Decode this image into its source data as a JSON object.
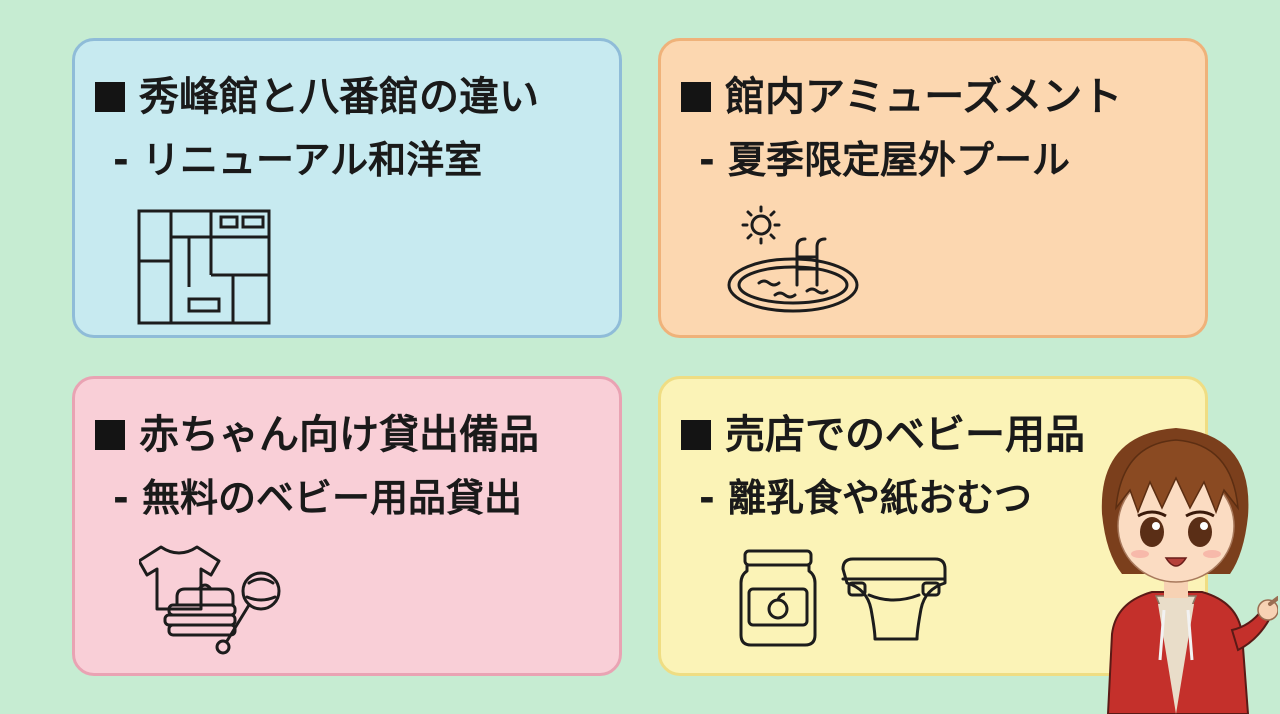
{
  "cards": [
    {
      "title": "秀峰館と八番館の違い",
      "subtitle": "- リニューアル和洋室",
      "icon": "floor-plan-icon",
      "bg": "#c7eaf0",
      "border": "#8fbcd8"
    },
    {
      "title": "館内アミューズメント",
      "subtitle": "- 夏季限定屋外プール",
      "icon": "outdoor-pool-icon",
      "bg": "#fcd7b0",
      "border": "#efb27a"
    },
    {
      "title": "赤ちゃん向け貸出備品",
      "subtitle": "- 無料のベビー用品貸出",
      "icon": "baby-clothes-rattle-icon",
      "bg": "#f9cfd7",
      "border": "#e9a3b3"
    },
    {
      "title": "売店でのベビー用品",
      "subtitle": "- 離乳食や紙おむつ",
      "icon": "baby-food-diaper-icon",
      "bg": "#fbf3b7",
      "border": "#efdd83"
    }
  ],
  "page_background": "#c6ecd2",
  "character": "pointing-anime-boy-illustration"
}
